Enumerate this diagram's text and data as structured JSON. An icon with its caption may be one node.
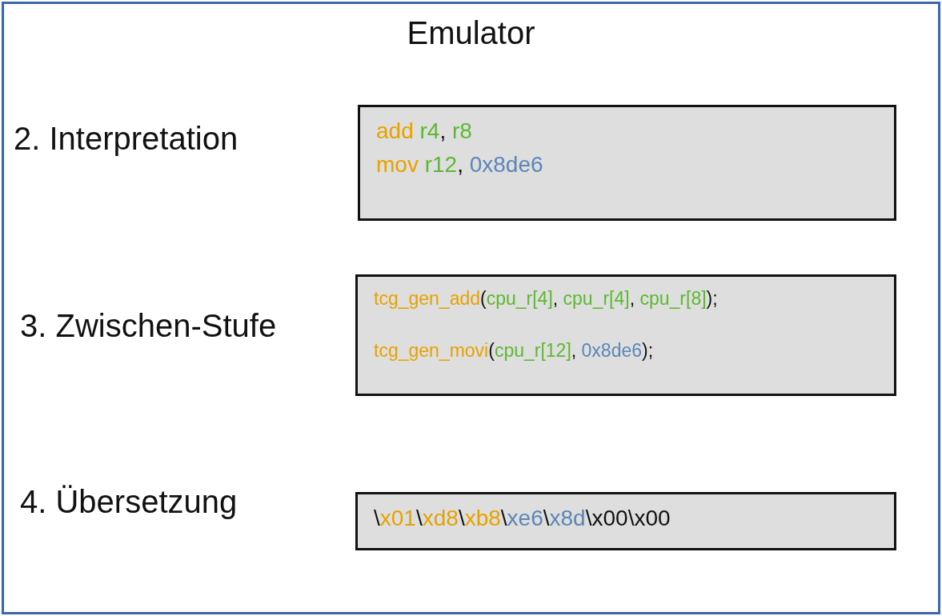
{
  "diagram": {
    "nodes": [
      {
        "text": [
          "Emulator"
        ]
      },
      {
        "text": [
          "add r4, r8",
          "mov r12, 0x8de6"
        ],
        "in": 0,
        "beside": [
          "2. Interpretation"
        ]
      },
      {
        "text": [
          "tcg_gen_add(cpu_r[4], cpu_r[4], cpu_r[8]);",
          "tcg_gen_movi(cpu_r[12], 0x8de6);"
        ],
        "in": 0,
        "beside": [
          "3. Zwischen-Stufe"
        ]
      },
      {
        "text": [
          "\\x01\\xd8\\xb8\\xe6\\x8d\\x00\\x00"
        ],
        "in": 0,
        "beside": [
          "4. Übersetzung"
        ]
      }
    ],
    "edges": []
  }
}
